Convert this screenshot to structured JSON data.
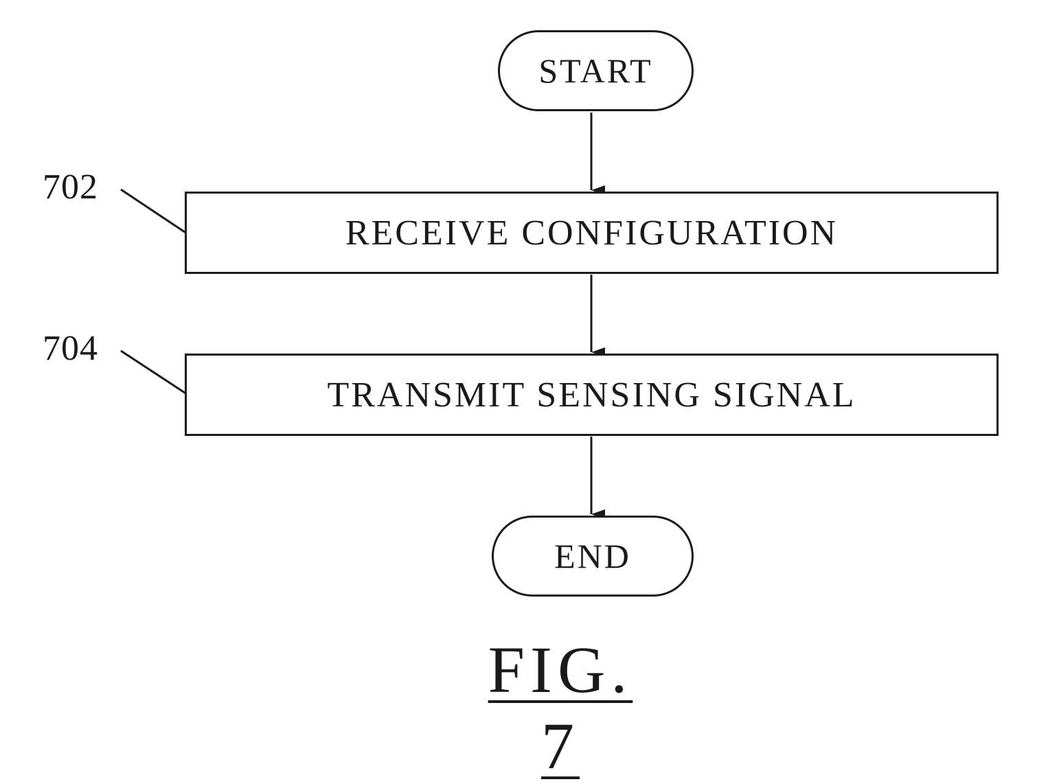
{
  "nodes": {
    "start": {
      "label": "START"
    },
    "step_702": {
      "label": "RECEIVE CONFIGURATION",
      "ref": "702"
    },
    "step_704": {
      "label": "TRANSMIT SENSING SIGNAL",
      "ref": "704"
    },
    "end": {
      "label": "END"
    }
  },
  "edges": [
    {
      "from": "start",
      "to": "step_702"
    },
    {
      "from": "step_702",
      "to": "step_704"
    },
    {
      "from": "step_704",
      "to": "end"
    }
  ],
  "caption": "FIG. 7"
}
